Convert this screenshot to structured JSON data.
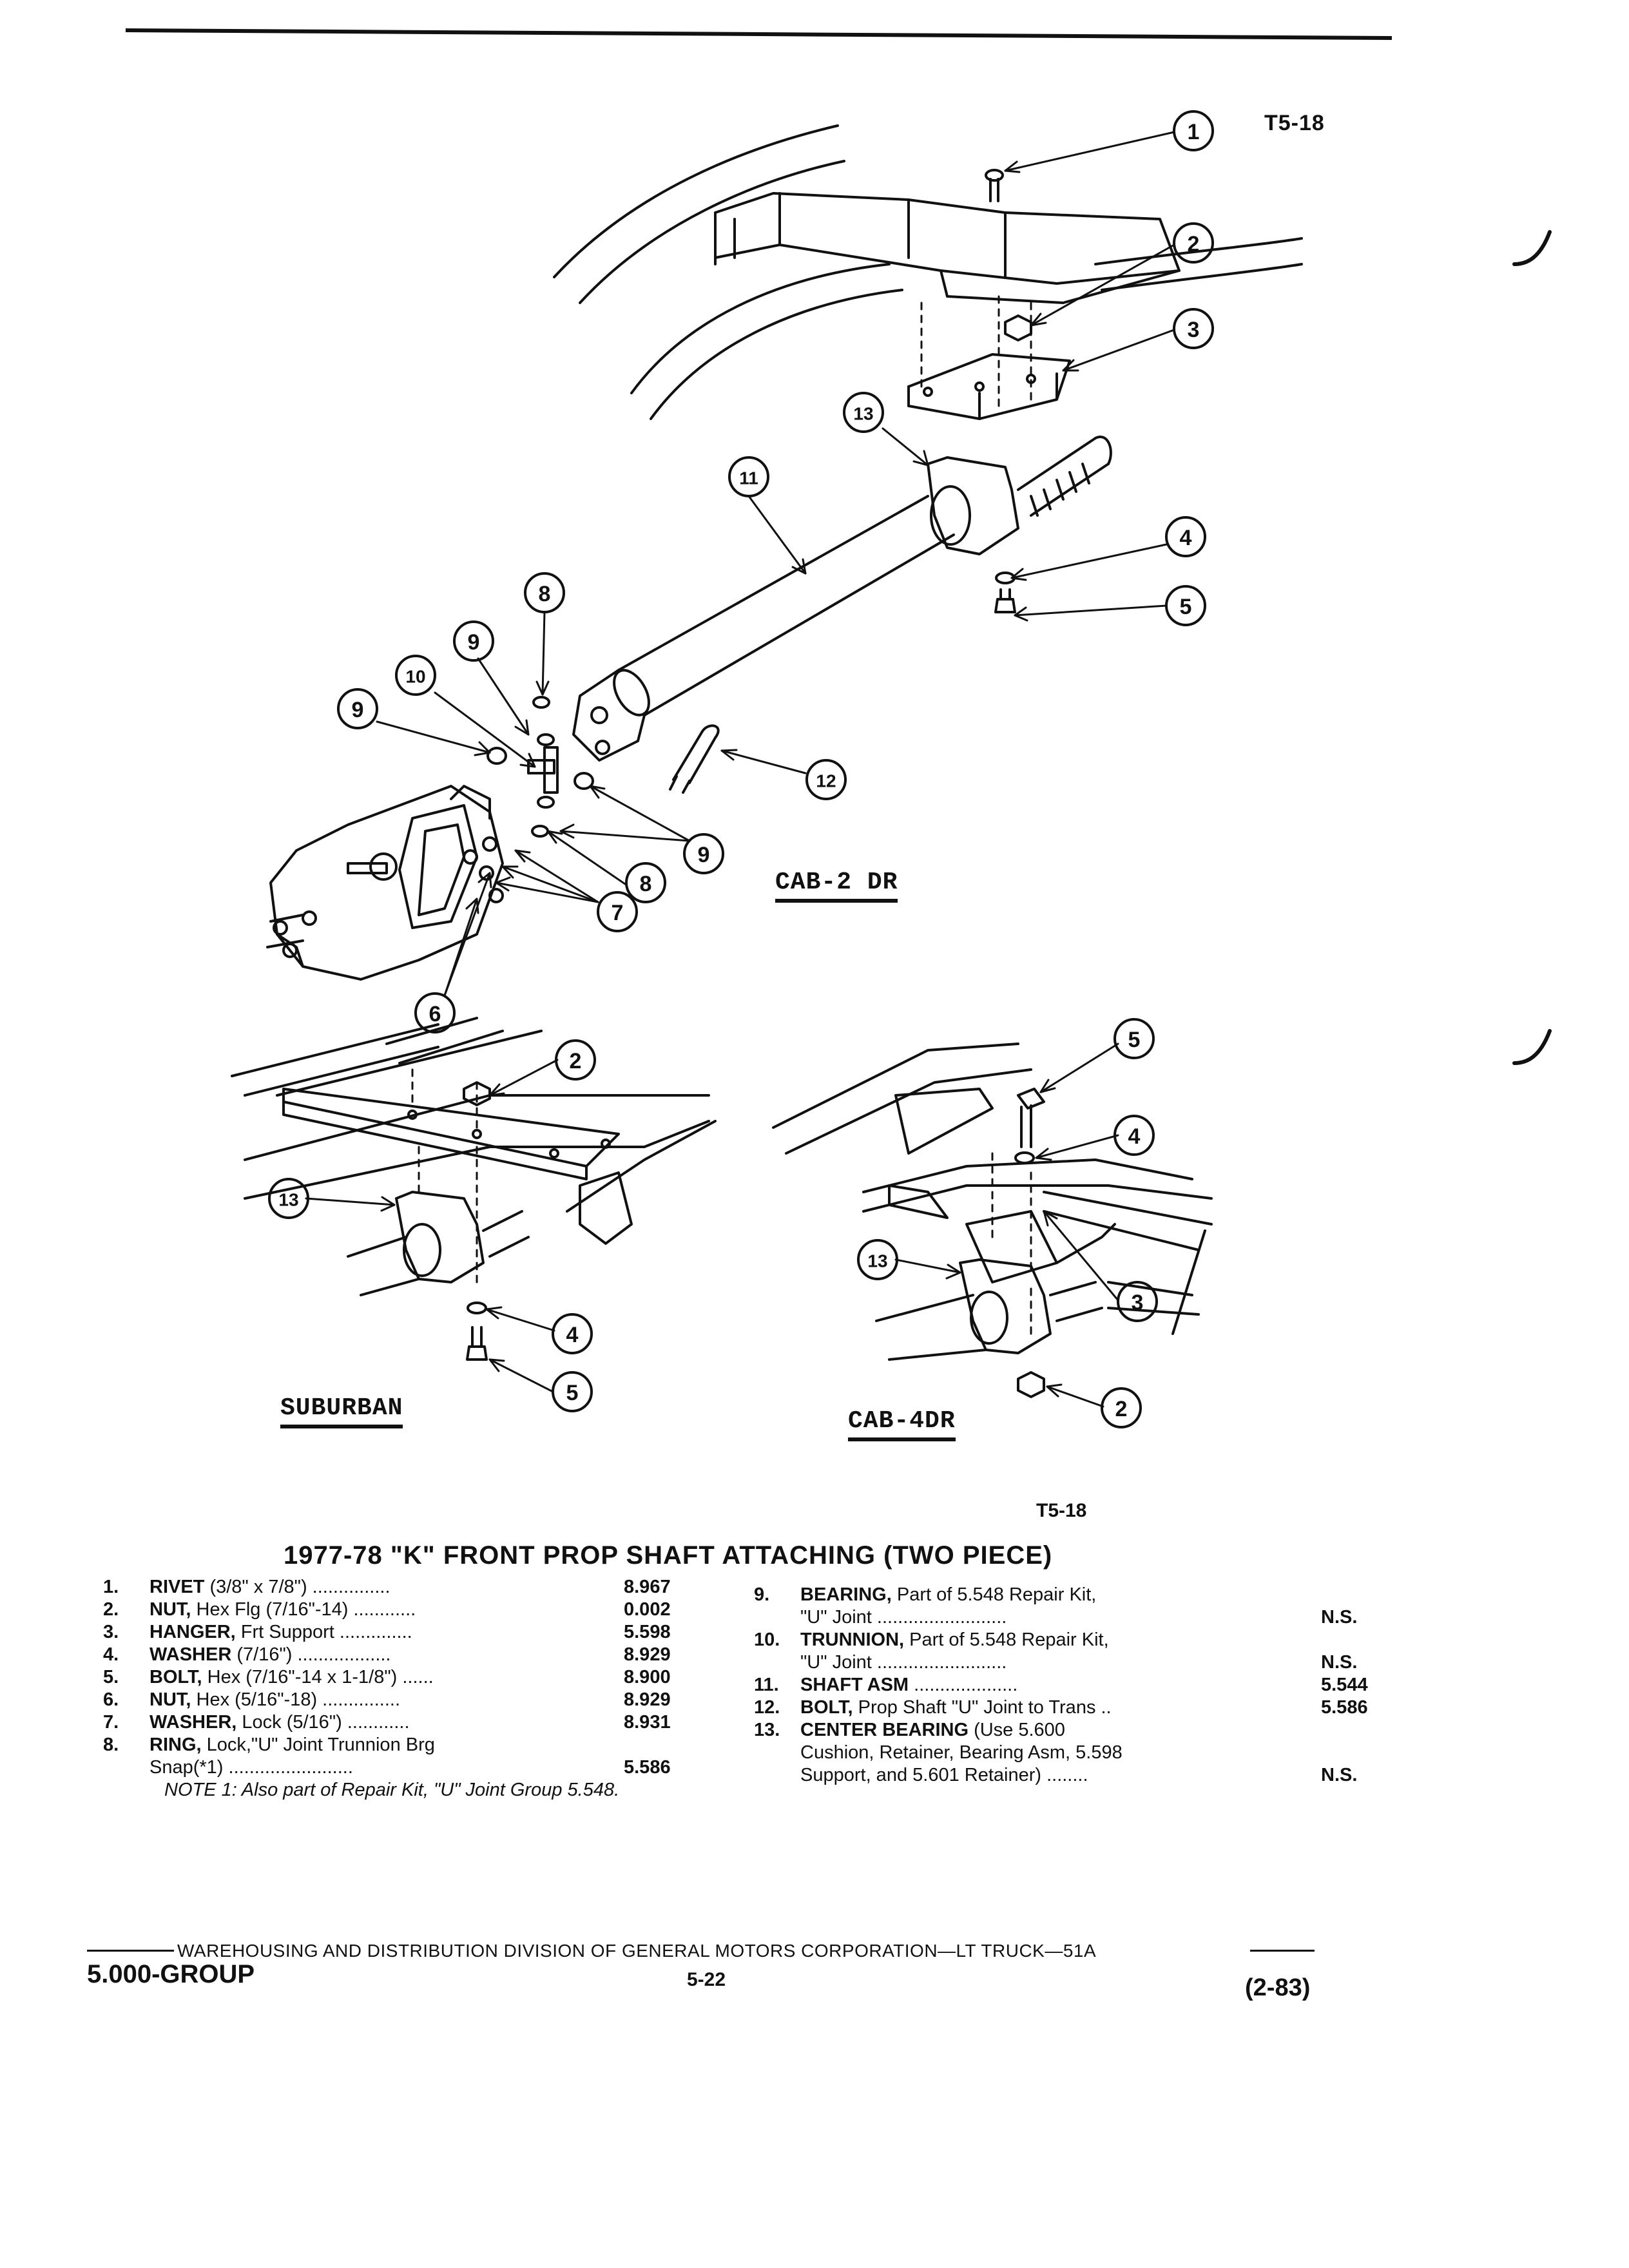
{
  "figure_ref_top": "T5-18",
  "figure_ref_mid": "T5-18",
  "views": {
    "cab_2dr": "CAB-2 DR",
    "suburban": "SUBURBAN",
    "cab_4dr": "CAB-4DR"
  },
  "callouts": {
    "n1": "1",
    "n2": "2",
    "n3": "3",
    "n4": "4",
    "n5": "5",
    "n6": "6",
    "n7": "7",
    "n8": "8",
    "n9": "9",
    "n10": "10",
    "n11": "11",
    "n12": "12",
    "n13": "13"
  },
  "heading": "1977-78 \"K\" FRONT PROP SHAFT ATTACHING (TWO PIECE)",
  "parts_left": [
    {
      "num": "1.",
      "name": "RIVET",
      "spec": " (3/8\" x 7/8\") ...............",
      "value": "8.967"
    },
    {
      "num": "2.",
      "name": "NUT,",
      "spec": " Hex Flg (7/16\"-14) ............",
      "value": "0.002"
    },
    {
      "num": "3.",
      "name": "HANGER,",
      "spec": " Frt Support ..............",
      "value": "5.598"
    },
    {
      "num": "4.",
      "name": "WASHER",
      "spec": " (7/16\") ..................",
      "value": "8.929"
    },
    {
      "num": "5.",
      "name": "BOLT,",
      "spec": " Hex (7/16\"-14 x 1-1/8\") ......",
      "value": "8.900"
    },
    {
      "num": "6.",
      "name": "NUT,",
      "spec": " Hex (5/16\"-18) ...............",
      "value": "8.929"
    },
    {
      "num": "7.",
      "name": "WASHER,",
      "spec": " Lock (5/16\") ............",
      "value": "8.931"
    },
    {
      "num": "8.",
      "name": "RING,",
      "spec": " Lock,\"U\" Joint Trunnion Brg",
      "value": ""
    },
    {
      "num": "",
      "name": "",
      "spec": "Snap(*1) ........................",
      "value": "5.586"
    }
  ],
  "note": "NOTE 1: Also part of Repair Kit, \"U\" Joint Group 5.548.",
  "parts_right": [
    {
      "num": "9.",
      "name": "BEARING,",
      "spec": " Part of 5.548 Repair Kit,",
      "value": ""
    },
    {
      "num": "",
      "name": "",
      "spec": "\"U\" Joint .........................",
      "value": "N.S."
    },
    {
      "num": "10.",
      "name": "TRUNNION,",
      "spec": " Part of 5.548 Repair Kit,",
      "value": ""
    },
    {
      "num": "",
      "name": "",
      "spec": "\"U\" Joint .........................",
      "value": "N.S."
    },
    {
      "num": "11.",
      "name": "SHAFT ASM",
      "spec": " ....................",
      "value": "5.544"
    },
    {
      "num": "12.",
      "name": "BOLT,",
      "spec": " Prop Shaft \"U\" Joint to Trans ..",
      "value": "5.586"
    },
    {
      "num": "13.",
      "name": "CENTER BEARING",
      "spec": " (Use 5.600",
      "value": ""
    },
    {
      "num": "",
      "name": "",
      "spec": "Cushion, Retainer, Bearing Asm, 5.598",
      "value": ""
    },
    {
      "num": "",
      "name": "",
      "spec": "Support, and 5.601 Retainer) ........",
      "value": "N.S."
    }
  ],
  "footer": {
    "line": "WAREHOUSING AND DISTRIBUTION  DIVISION OF GENERAL MOTORS CORPORATION—LT TRUCK—51A",
    "group": "5.000-GROUP",
    "page": "5-22",
    "date": "(2-83)"
  }
}
